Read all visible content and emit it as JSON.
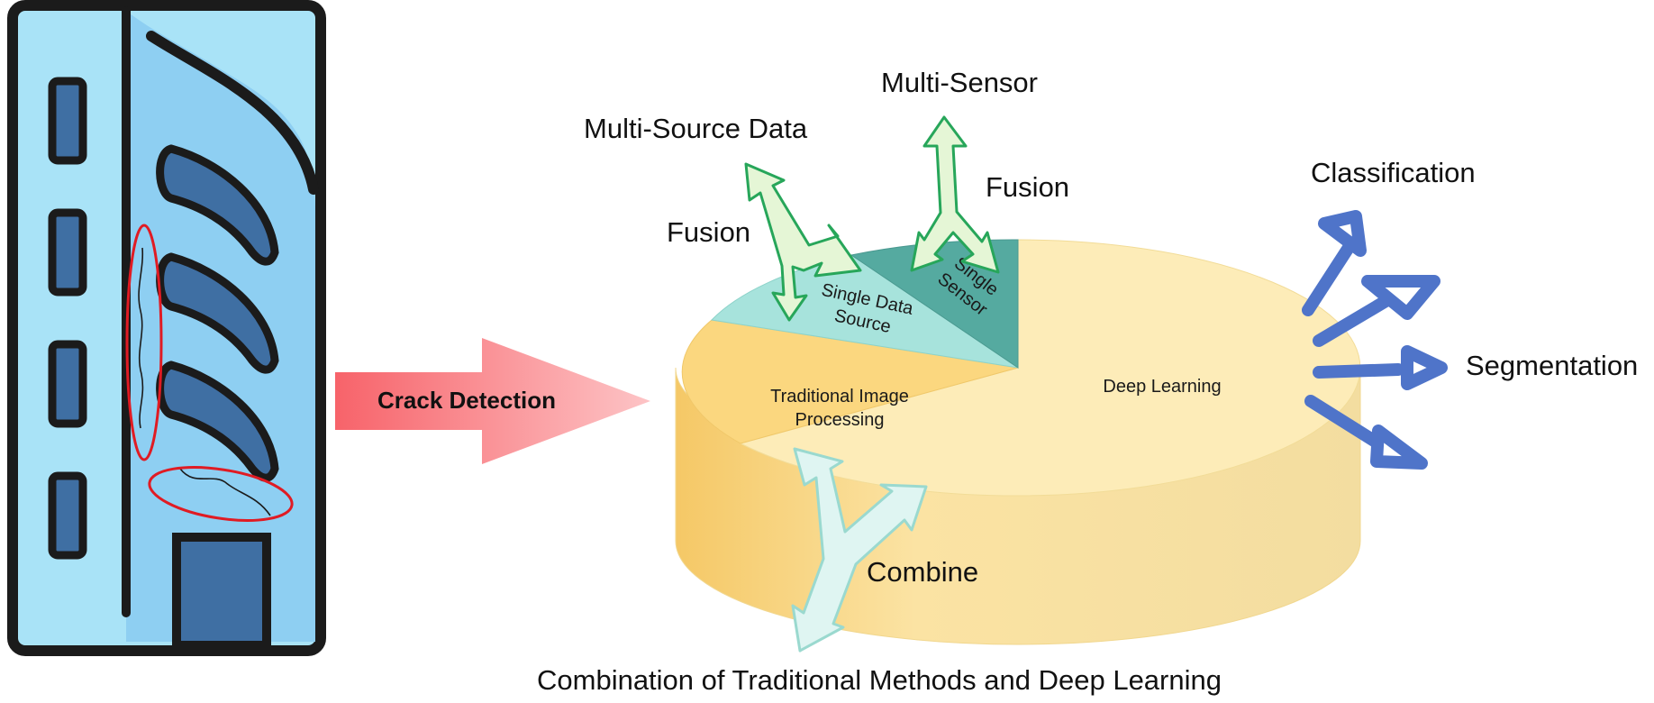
{
  "labels": {
    "crack_detection": "Crack Detection",
    "multi_source_data": "Multi-Source Data",
    "multi_sensor": "Multi-Sensor",
    "fusion_left": "Fusion",
    "fusion_right": "Fusion",
    "classification": "Classification",
    "segmentation": "Segmentation",
    "combine": "Combine",
    "caption": "Combination of Traditional Methods and Deep Learning"
  },
  "pie": {
    "segments": [
      {
        "id": "deep-learning",
        "lines": [
          "Deep Learning"
        ],
        "color": "#fdecb8"
      },
      {
        "id": "traditional",
        "lines": [
          "Traditional Image",
          "Processing"
        ],
        "color": "#fbd77f"
      },
      {
        "id": "single-data-source",
        "lines": [
          "Single Data",
          "Source"
        ],
        "color": "#a7e3dc"
      },
      {
        "id": "single-sensor",
        "lines": [
          "Single",
          "Sensor"
        ],
        "color": "#55aaa0"
      }
    ]
  },
  "colors": {
    "building_light": "#a9e3f7",
    "building_mid": "#8ecff2",
    "window": "#3f6fa3",
    "outline": "#1b1b1b",
    "crack_marker": "#e01b23",
    "arrow_red": "#f7636a",
    "arrow_green": "#27a65a",
    "arrow_green_fill": "#e5f6d6",
    "arrow_blue": "#4f74c9",
    "arrow_teal": "#9ad9cf",
    "arrow_teal_fill": "#dff5f2"
  },
  "icons": [
    "building-icon",
    "crack-annotation-icon",
    "fork-arrow-icon",
    "output-arrow-icon"
  ]
}
